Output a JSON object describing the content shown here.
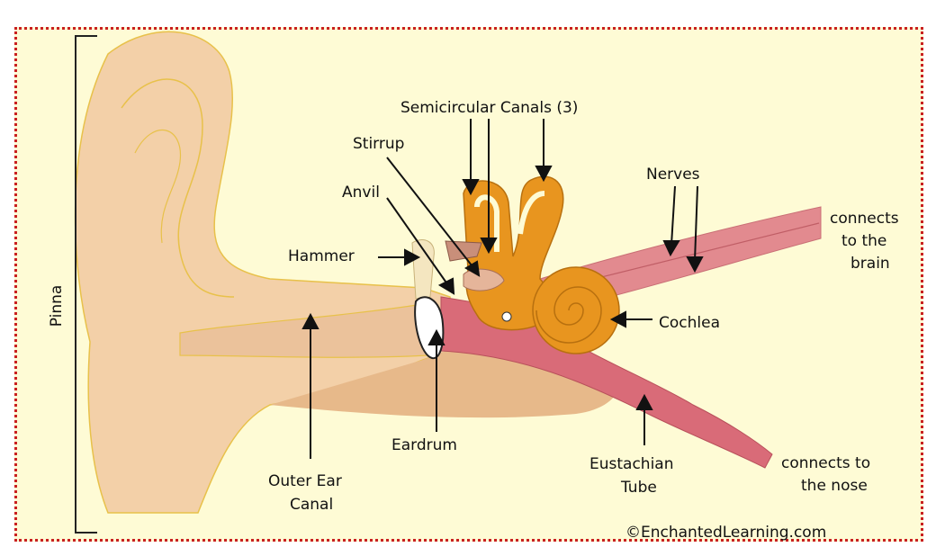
{
  "labels": {
    "pinna": "Pinna",
    "semicircular_canals": "Semicircular Canals (3)",
    "stirrup": "Stirrup",
    "anvil": "Anvil",
    "hammer": "Hammer",
    "nerves": "Nerves",
    "connects_brain_1": "connects",
    "connects_brain_2": "to the",
    "connects_brain_3": "brain",
    "cochlea": "Cochlea",
    "eardrum": "Eardrum",
    "outer_ear_canal_1": "Outer Ear",
    "outer_ear_canal_2": "Canal",
    "eustachian_1": "Eustachian",
    "eustachian_2": "Tube",
    "connects_nose_1": "connects to",
    "connects_nose_2": "the nose"
  },
  "credit": "©EnchantedLearning.com",
  "colors": {
    "background": "#fefbd5",
    "border": "#c92020",
    "skin": "#f3d0a8",
    "skin_dark": "#e7b98a",
    "canal": "#ebc29b",
    "tube": "#d96b78",
    "inner_ear": "#e8951f",
    "nerve": "#e28a8f"
  }
}
